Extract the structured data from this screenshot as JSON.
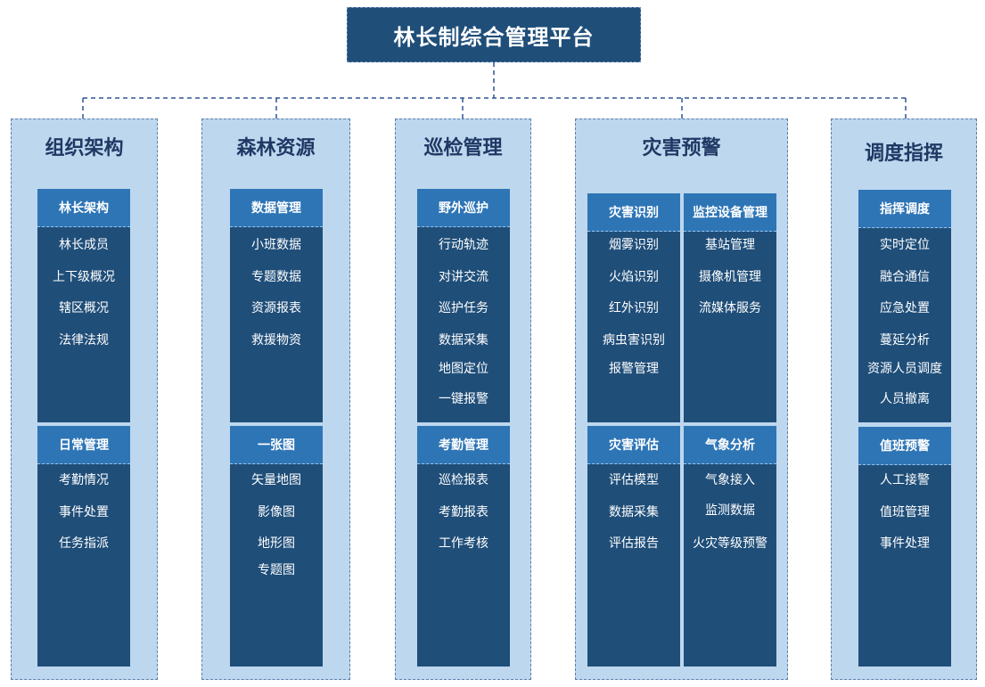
{
  "title": "林长制综合管理平台",
  "colors": {
    "title_bg": "#1f4e79",
    "category_bg": "#bdd7ee",
    "panel_bg": "#1f4e79",
    "panel_head_bg": "#2e75b6",
    "category_text": "#1f3864",
    "connector": "#2f5597"
  },
  "categories": [
    {
      "name": "组织架构",
      "panels": [
        {
          "title": "林长架构",
          "items": [
            "林长成员",
            "上下级概况",
            "辖区概况",
            "法律法规"
          ]
        },
        {
          "title": "日常管理",
          "items": [
            "考勤情况",
            "事件处置",
            "任务指派"
          ]
        }
      ]
    },
    {
      "name": "森林资源",
      "panels": [
        {
          "title": "数据管理",
          "items": [
            "小班数据",
            "专题数据",
            "资源报表",
            "救援物资"
          ]
        },
        {
          "title": "一张图",
          "items": [
            "矢量地图",
            "影像图",
            "地形图",
            "专题图"
          ]
        }
      ]
    },
    {
      "name": "巡检管理",
      "panels": [
        {
          "title": "野外巡护",
          "items": [
            "行动轨迹",
            "对讲交流",
            "巡护任务",
            "数据采集",
            "地图定位",
            "一键报警"
          ]
        },
        {
          "title": "考勤管理",
          "items": [
            "巡检报表",
            "考勤报表",
            "工作考核"
          ]
        }
      ]
    },
    {
      "name": "灾害预警",
      "panels": [
        {
          "title": "灾害识别",
          "items": [
            "烟雾识别",
            "火焰识别",
            "红外识别",
            "病虫害识别",
            "报警管理"
          ]
        },
        {
          "title": "监控设备管理",
          "items": [
            "基站管理",
            "摄像机管理",
            "流媒体服务"
          ]
        },
        {
          "title": "灾害评估",
          "items": [
            "评估模型",
            "数据采集",
            "评估报告"
          ]
        },
        {
          "title": "气象分析",
          "items": [
            "气象接入",
            "监测数据",
            "火灾等级预警"
          ]
        }
      ]
    },
    {
      "name": "调度指挥",
      "panels": [
        {
          "title": "指挥调度",
          "items": [
            "实时定位",
            "融合通信",
            "应急处置",
            "蔓延分析",
            "资源人员调度",
            "人员撤离"
          ]
        },
        {
          "title": "值班预警",
          "items": [
            "人工接警",
            "值班管理",
            "事件处理"
          ]
        }
      ]
    }
  ]
}
